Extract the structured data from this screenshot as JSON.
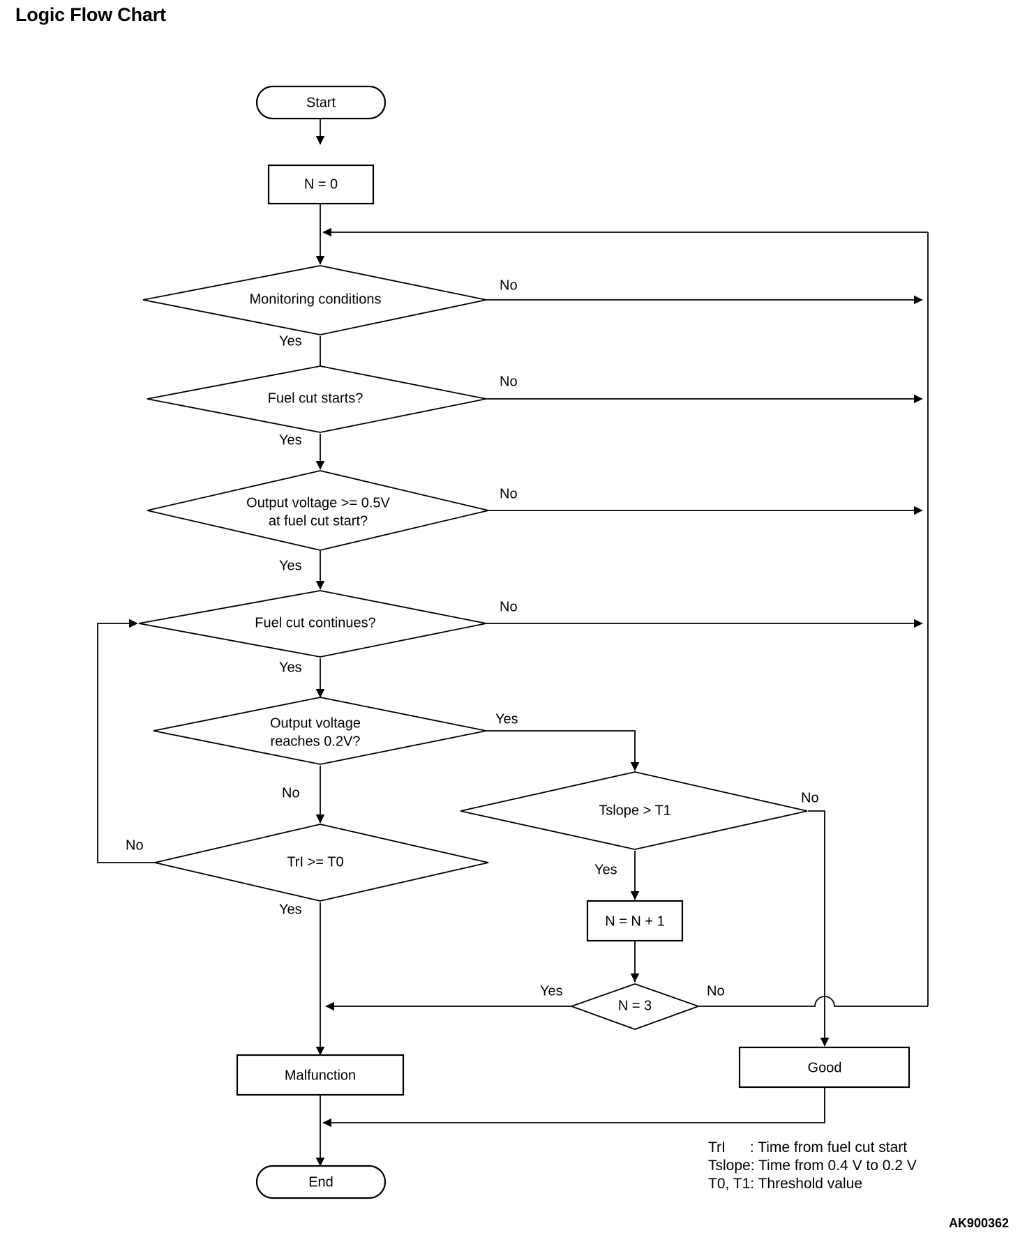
{
  "page": {
    "title": "Logic Flow Chart",
    "figure_code": "AK900362"
  },
  "chart_data": {
    "type": "diagram",
    "diagram_type": "flowchart",
    "title": "Logic Flow Chart",
    "nodes": [
      {
        "id": "start",
        "shape": "terminator",
        "label": "Start"
      },
      {
        "id": "n0",
        "shape": "process",
        "label": "N = 0"
      },
      {
        "id": "monitor",
        "shape": "decision",
        "label": "Monitoring conditions"
      },
      {
        "id": "fuelcut",
        "shape": "decision",
        "label": "Fuel cut starts?"
      },
      {
        "id": "volt05",
        "shape": "decision",
        "label_line1": "Output voltage >= 0.5V",
        "label_line2": "at fuel cut start?"
      },
      {
        "id": "fcont",
        "shape": "decision",
        "label": "Fuel cut continues?"
      },
      {
        "id": "volt02",
        "shape": "decision",
        "label_line1": "Output voltage",
        "label_line2": "reaches 0.2V?"
      },
      {
        "id": "trl",
        "shape": "decision",
        "label": "TrI >= T0"
      },
      {
        "id": "tslope",
        "shape": "decision",
        "label": "Tslope > T1"
      },
      {
        "id": "ninc",
        "shape": "process",
        "label": "N = N + 1"
      },
      {
        "id": "n3",
        "shape": "decision",
        "label": "N = 3"
      },
      {
        "id": "malfunction",
        "shape": "process",
        "label": "Malfunction"
      },
      {
        "id": "good",
        "shape": "process",
        "label": "Good"
      },
      {
        "id": "end",
        "shape": "terminator",
        "label": "End"
      }
    ],
    "edges": [
      {
        "from": "start",
        "to": "n0",
        "label": ""
      },
      {
        "from": "n0",
        "to": "monitor",
        "label": ""
      },
      {
        "from": "monitor",
        "to": "fuelcut",
        "label": "Yes"
      },
      {
        "from": "monitor",
        "to": "return-bus",
        "label": "No"
      },
      {
        "from": "fuelcut",
        "to": "volt05",
        "label": "Yes"
      },
      {
        "from": "fuelcut",
        "to": "return-bus",
        "label": "No"
      },
      {
        "from": "volt05",
        "to": "fcont",
        "label": "Yes"
      },
      {
        "from": "volt05",
        "to": "return-bus",
        "label": "No"
      },
      {
        "from": "fcont",
        "to": "volt02",
        "label": "Yes"
      },
      {
        "from": "fcont",
        "to": "return-bus",
        "label": "No"
      },
      {
        "from": "volt02",
        "to": "tslope",
        "label": "Yes"
      },
      {
        "from": "volt02",
        "to": "trl",
        "label": "No"
      },
      {
        "from": "trl",
        "to": "fcont",
        "label": "No"
      },
      {
        "from": "trl",
        "to": "malfunction",
        "label": "Yes"
      },
      {
        "from": "tslope",
        "to": "ninc",
        "label": "Yes"
      },
      {
        "from": "tslope",
        "to": "good",
        "label": "No"
      },
      {
        "from": "ninc",
        "to": "n3",
        "label": ""
      },
      {
        "from": "n3",
        "to": "malfunction",
        "label": "Yes"
      },
      {
        "from": "n3",
        "to": "return-bus",
        "label": "No"
      },
      {
        "from": "malfunction",
        "to": "end",
        "label": ""
      },
      {
        "from": "good",
        "to": "end",
        "label": ""
      }
    ],
    "edge_labels": {
      "monitor_no": "No",
      "monitor_yes": "Yes",
      "fuelcut_no": "No",
      "fuelcut_yes": "Yes",
      "volt05_no": "No",
      "volt05_yes": "Yes",
      "fcont_no": "No",
      "fcont_yes": "Yes",
      "volt02_yes": "Yes",
      "volt02_no": "No",
      "trl_no": "No",
      "trl_yes": "Yes",
      "tslope_no": "No",
      "tslope_yes": "Yes",
      "n3_yes": "Yes",
      "n3_no": "No"
    },
    "legend": [
      "TrI      : Time from fuel cut start",
      "Tslope: Time from 0.4 V to 0.2 V",
      "T0, T1: Threshold value"
    ],
    "colors": {
      "line": "#000000",
      "fill": "#ffffff",
      "text": "#000000"
    }
  }
}
